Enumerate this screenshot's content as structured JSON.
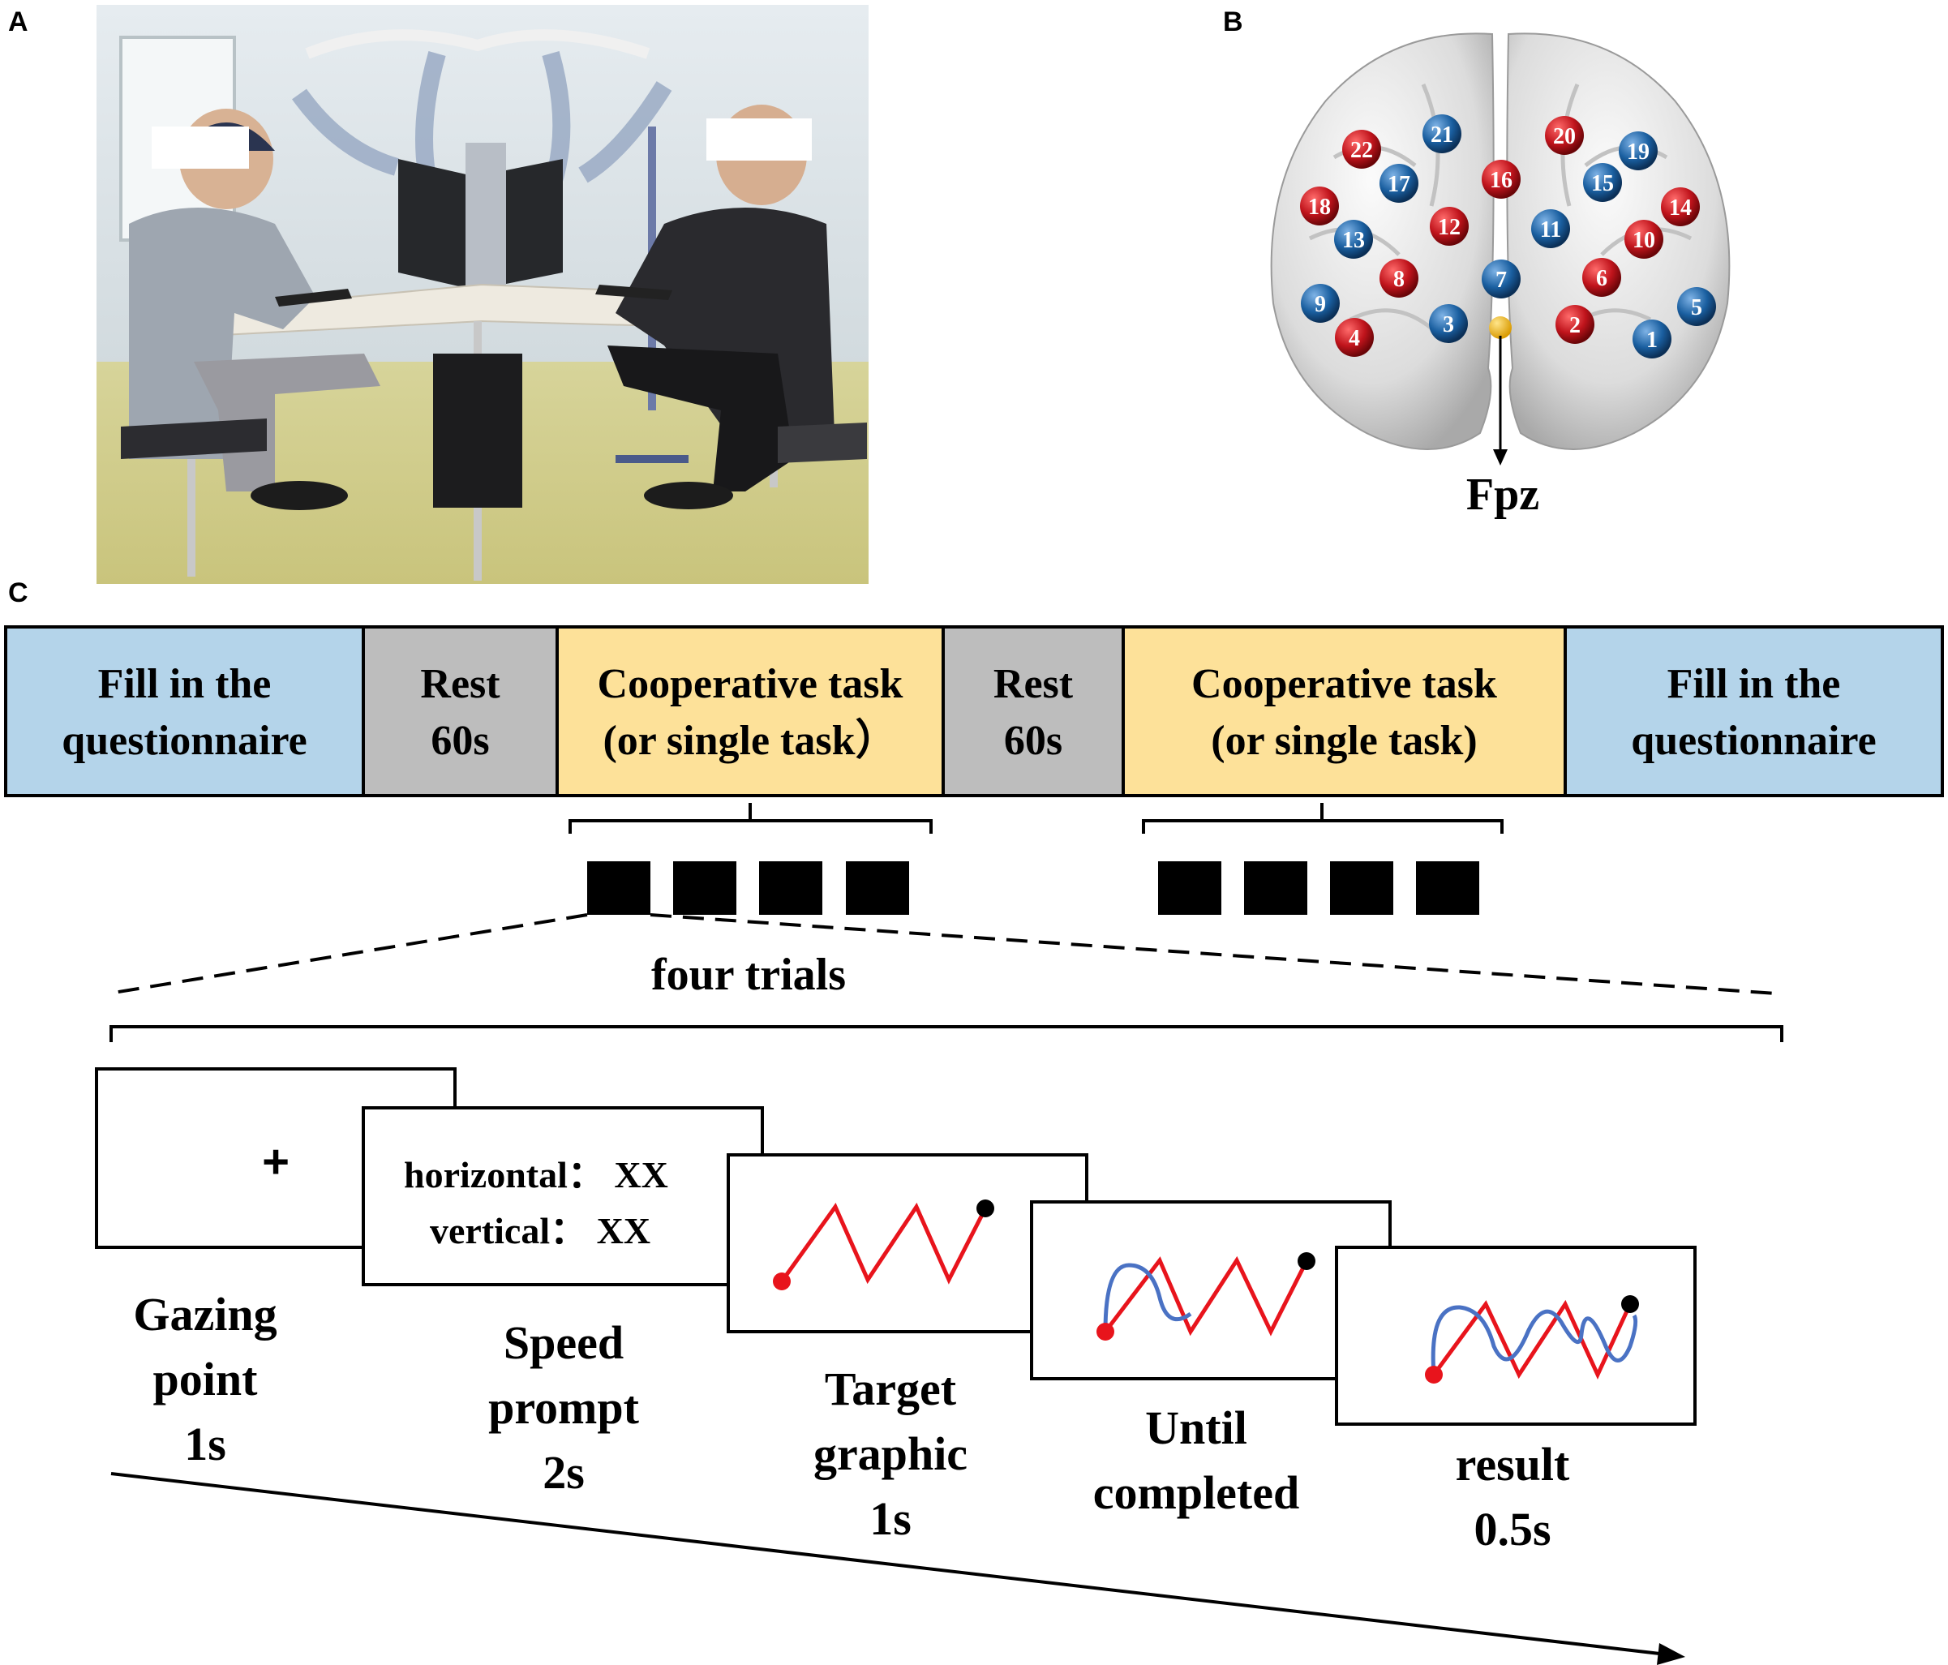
{
  "panels": {
    "a": "A",
    "b": "B",
    "c": "C"
  },
  "brain": {
    "reference_label": "Fpz",
    "channels": [
      {
        "id": "1",
        "color": "#1a5fa0"
      },
      {
        "id": "2",
        "color": "#c0141c"
      },
      {
        "id": "3",
        "color": "#1a5fa0"
      },
      {
        "id": "4",
        "color": "#c0141c"
      },
      {
        "id": "5",
        "color": "#1a5fa0"
      },
      {
        "id": "6",
        "color": "#c0141c"
      },
      {
        "id": "7",
        "color": "#1a5fa0"
      },
      {
        "id": "8",
        "color": "#c0141c"
      },
      {
        "id": "9",
        "color": "#1a5fa0"
      },
      {
        "id": "10",
        "color": "#c0141c"
      },
      {
        "id": "11",
        "color": "#1a5fa0"
      },
      {
        "id": "12",
        "color": "#c0141c"
      },
      {
        "id": "13",
        "color": "#1a5fa0"
      },
      {
        "id": "14",
        "color": "#c0141c"
      },
      {
        "id": "15",
        "color": "#1a5fa0"
      },
      {
        "id": "16",
        "color": "#c0141c"
      },
      {
        "id": "17",
        "color": "#1a5fa0"
      },
      {
        "id": "18",
        "color": "#c0141c"
      },
      {
        "id": "19",
        "color": "#1a5fa0"
      },
      {
        "id": "20",
        "color": "#c0141c"
      },
      {
        "id": "21",
        "color": "#1a5fa0"
      },
      {
        "id": "22",
        "color": "#c0141c"
      }
    ]
  },
  "timeline": {
    "blocks": [
      {
        "line1": "Fill in the",
        "line2": "questionnaire",
        "color": "#b4d4ea"
      },
      {
        "line1": "Rest",
        "line2": "60s",
        "color": "#bdbdbd"
      },
      {
        "line1": "Cooperative task",
        "line2": "(or single task）",
        "color": "#fde199"
      },
      {
        "line1": "Rest",
        "line2": "60s",
        "color": "#bdbdbd"
      },
      {
        "line1": "Cooperative task",
        "line2": "(or single task)",
        "color": "#fde199"
      },
      {
        "line1": "Fill in the",
        "line2": "questionnaire",
        "color": "#b4d4ea"
      }
    ],
    "trials_label": "four trials"
  },
  "screens": {
    "gazing_symbol": "+",
    "speed_prompt_line1": "horizontal： XX",
    "speed_prompt_line2": "vertical： XX"
  },
  "steps": [
    {
      "lines": [
        "Gazing",
        "point",
        "1s"
      ]
    },
    {
      "lines": [
        "Speed",
        "prompt",
        "2s"
      ]
    },
    {
      "lines": [
        "Target",
        "graphic",
        "1s"
      ]
    },
    {
      "lines": [
        "Until",
        "completed"
      ]
    },
    {
      "lines": [
        "result",
        "0.5s"
      ]
    }
  ],
  "colors": {
    "target_line": "#e8141c",
    "trace_line": "#4a72c4",
    "start_point": "#e8141c",
    "end_point": "#000000"
  }
}
